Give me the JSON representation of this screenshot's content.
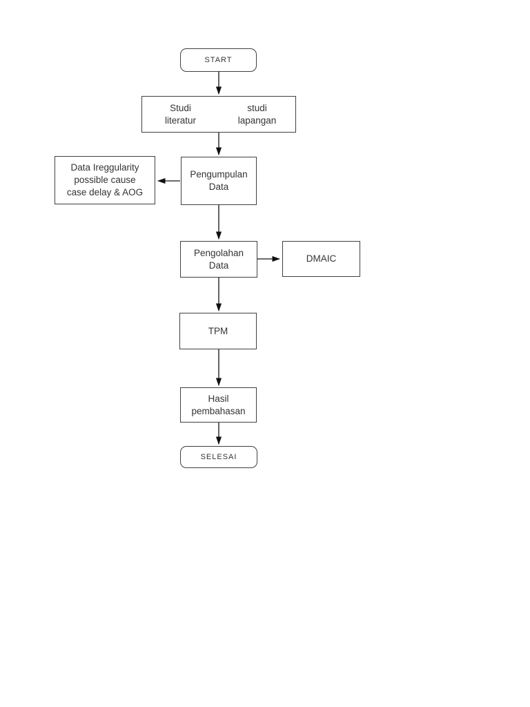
{
  "theme": {
    "background": "#ffffff",
    "box_border": "#3f3f3f",
    "line_color": "#111111",
    "text_color": "#333333"
  },
  "diagram": {
    "type": "flowchart",
    "nodes": {
      "start": {
        "label": "START",
        "shape": "rounded-rectangle"
      },
      "studi_literatur": {
        "label": "Studi\nliteratur",
        "shape": "rectangle-cell"
      },
      "studi_lapangan": {
        "label": "studi\nlapangan",
        "shape": "rectangle-cell"
      },
      "pengumpulan_data": {
        "label": "Pengumpulan\nData",
        "shape": "rectangle"
      },
      "data_irregularity": {
        "label": "Data Ireggularity\npossible cause\ncase delay & AOG",
        "shape": "rectangle"
      },
      "pengolahan_data": {
        "label": "Pengolahan\nData",
        "shape": "rectangle"
      },
      "dmaic": {
        "label": "DMAIC",
        "shape": "rectangle"
      },
      "tpm": {
        "label": "TPM",
        "shape": "rectangle"
      },
      "hasil_pembahasan": {
        "label": "Hasil\npembahasan",
        "shape": "rectangle"
      },
      "selesai": {
        "label": "SELESAI",
        "shape": "rounded-rectangle"
      }
    },
    "edges": [
      {
        "from": "start",
        "to": "studies",
        "direction": "down"
      },
      {
        "from": "studies",
        "to": "pengumpulan_data",
        "direction": "down"
      },
      {
        "from": "pengumpulan_data",
        "to": "data_irregularity",
        "direction": "left"
      },
      {
        "from": "pengumpulan_data",
        "to": "pengolahan_data",
        "direction": "down"
      },
      {
        "from": "pengolahan_data",
        "to": "dmaic",
        "direction": "right"
      },
      {
        "from": "pengolahan_data",
        "to": "tpm",
        "direction": "down"
      },
      {
        "from": "tpm",
        "to": "hasil_pembahasan",
        "direction": "down"
      },
      {
        "from": "hasil_pembahasan",
        "to": "selesai",
        "direction": "down"
      }
    ]
  }
}
